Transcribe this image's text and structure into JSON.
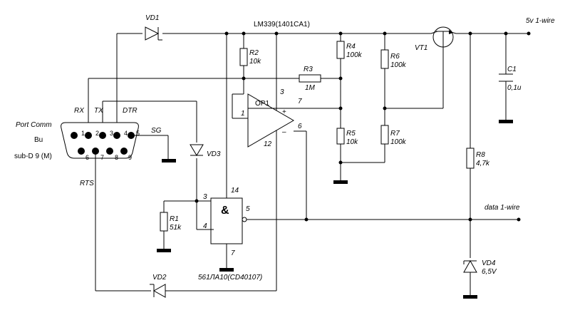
{
  "labels": {
    "vd1": "VD1",
    "lm339": "LM339(1401CA1)",
    "five_v": "5v 1-wire",
    "vt1": "VT1",
    "r2": "R2",
    "r2_val": "10k",
    "r3": "R3",
    "r3_val": "1M",
    "r4": "R4",
    "r4_val": "100k",
    "r5": "R5",
    "r5_val": "10k",
    "r6": "R6",
    "r6_val": "100k",
    "r7": "R7",
    "r7_val": "100k",
    "r8": "R8",
    "r8_val": "4,7k",
    "c1": "C1",
    "c1_val": "0,1u",
    "op1": "OP1",
    "pin3_op": "3",
    "pin1_op": "1",
    "pin7_op": "7",
    "pin6_op": "6",
    "pin12_op": "12",
    "plus": "+",
    "minus": "–",
    "rx": "RX",
    "tx": "TX",
    "dtr": "DTR",
    "port_comm": "Port Comm",
    "bu": "Bu",
    "subd": "sub-D 9 (M)",
    "sg": "SG",
    "rts": "RTS",
    "db_pins": [
      "1",
      "2",
      "3",
      "4",
      "5",
      "6",
      "7",
      "8",
      "9"
    ],
    "vd3": "VD3",
    "r1": "R1",
    "r1_val": "51k",
    "pin3_gate": "3",
    "pin4_gate": "4",
    "pin14_gate": "14",
    "pin5_gate": "5",
    "pin7_gate": "7",
    "and_sym": "&",
    "gate_name": "561ЛА10(CD40107)",
    "vd2": "VD2",
    "data": "data 1-wire",
    "vd4": "VD4",
    "vd4_val": "6,5V"
  }
}
